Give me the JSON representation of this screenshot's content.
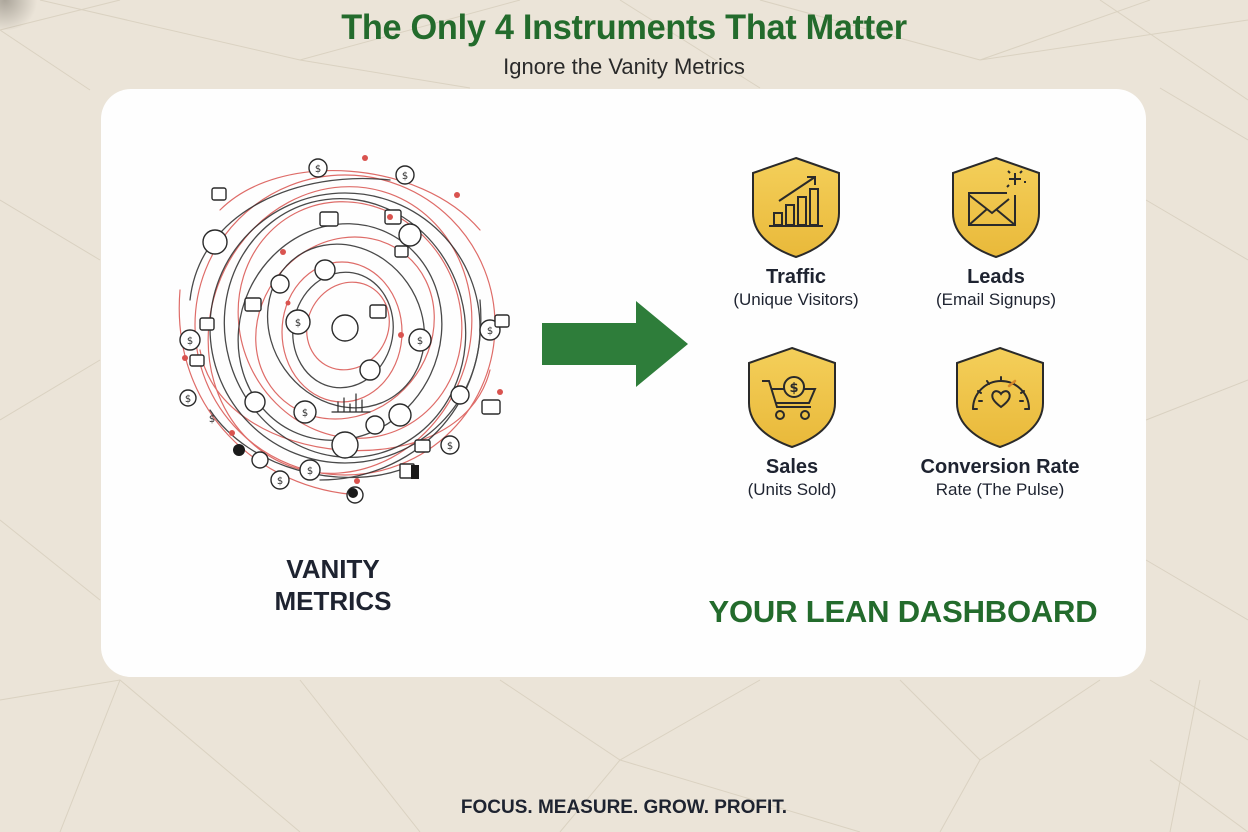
{
  "header": {
    "title": "The Only 4 Instruments That Matter",
    "subtitle": "Ignore the Vanity Metrics"
  },
  "left_panel": {
    "label_line1": "VANITY",
    "label_line2": "METRICS",
    "illustration": "tangled-icons-scribble"
  },
  "arrow": {
    "icon": "arrow-right-icon",
    "color": "#2e7d3a"
  },
  "dashboard": {
    "title": "YOUR LEAN DASHBOARD",
    "metrics": [
      {
        "icon": "bar-chart-growth-icon",
        "name": "Traffic",
        "sub": "(Unique Visitors)"
      },
      {
        "icon": "envelope-sparkle-icon",
        "name": "Leads",
        "sub": "(Email Signups)"
      },
      {
        "icon": "shopping-cart-dollar-icon",
        "name": "Sales",
        "sub": "(Units Sold)"
      },
      {
        "icon": "gauge-heart-icon",
        "name": "Conversion Rate",
        "sub": "Rate (The Pulse)"
      }
    ]
  },
  "footer": {
    "tagline": "FOCUS. MEASURE. GROW. PROFIT."
  },
  "colors": {
    "brand_green": "#236b2c",
    "arrow_green": "#2e7d3a",
    "shield_gold": "#f2c84b",
    "shield_outline": "#2a2a2a",
    "text_dark": "#1e2330",
    "background": "#ebe4d8",
    "card": "#fefefe",
    "scribble_red": "#d9534f"
  }
}
